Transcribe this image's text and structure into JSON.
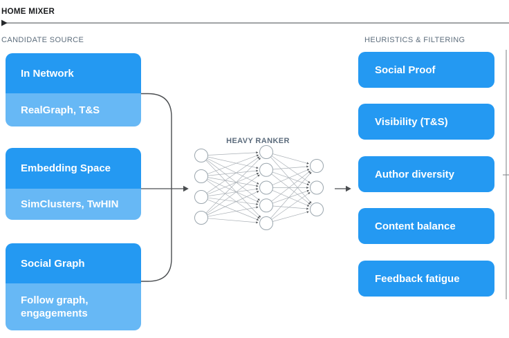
{
  "diagram": {
    "title": "HOME MIXER",
    "candidate_source": {
      "label": "CANDIDATE SOURCE",
      "groups": [
        {
          "name": "In Network",
          "detail": "RealGraph, T&S"
        },
        {
          "name": "Embedding Space",
          "detail": "SimClusters, TwHIN"
        },
        {
          "name": "Social Graph",
          "detail": "Follow graph, engagements"
        }
      ]
    },
    "heavy_ranker": {
      "label": "HEAVY RANKER",
      "layers": [
        4,
        5,
        3
      ]
    },
    "heuristics_filtering": {
      "label": "HEURISTICS & FILTERING",
      "items": [
        "Social Proof",
        "Visibility (T&S)",
        "Author diversity",
        "Content balance",
        "Feedback fatigue"
      ]
    },
    "colors": {
      "box_primary": "#2499f2",
      "box_secondary": "#67b8f5",
      "section_label": "#5d6d7c",
      "title_text": "#191b1d",
      "connector": "#4a4d50",
      "network_node_stroke": "#9aa5ad",
      "network_link": "#aab0b6"
    }
  }
}
